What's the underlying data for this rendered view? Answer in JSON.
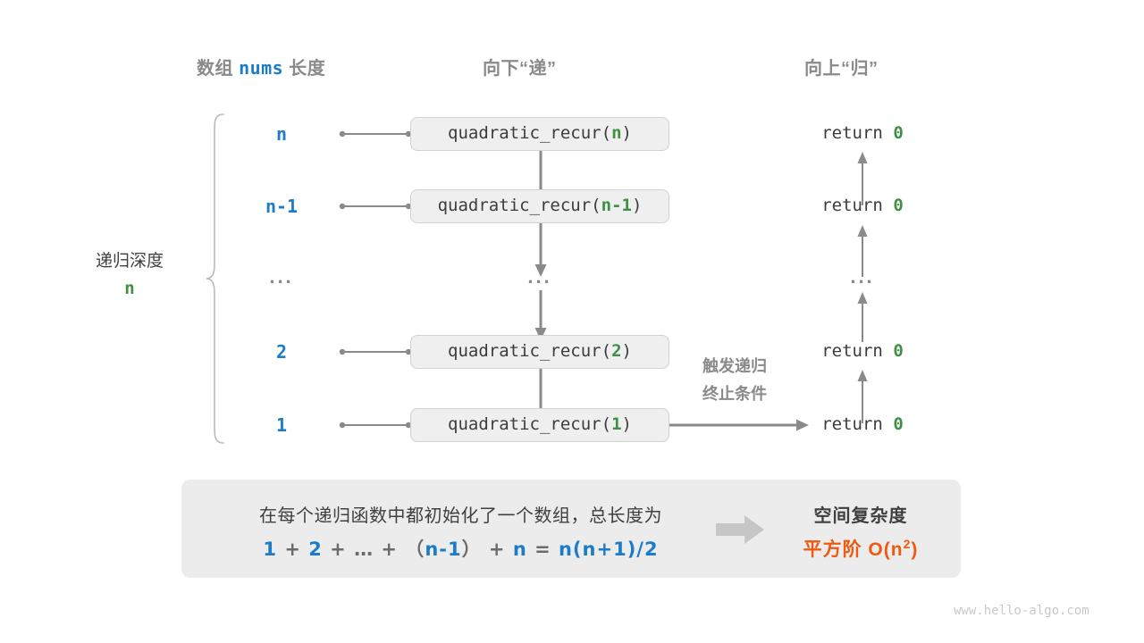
{
  "headers": {
    "left_prefix": "数组 ",
    "left_code": "nums",
    "left_suffix": " 长度",
    "middle": "向下“递”",
    "right": "向上“归”"
  },
  "depth": {
    "label": "递归深度",
    "value": "n"
  },
  "rows": [
    {
      "num": "n",
      "call_prefix": "quadratic_recur(",
      "arg": "n",
      "call_suffix": ")",
      "ret_text": "return ",
      "ret_value": "0"
    },
    {
      "num": "n-1",
      "call_prefix": "quadratic_recur(",
      "arg": "n-1",
      "call_suffix": ")",
      "ret_text": "return ",
      "ret_value": "0"
    },
    {
      "num": "...",
      "call_prefix": "...",
      "arg": "",
      "call_suffix": "",
      "ret_text": "...",
      "ret_value": ""
    },
    {
      "num": "2",
      "call_prefix": "quadratic_recur(",
      "arg": "2",
      "call_suffix": ")",
      "ret_text": "return ",
      "ret_value": "0"
    },
    {
      "num": "1",
      "call_prefix": "quadratic_recur(",
      "arg": "1",
      "call_suffix": ")",
      "ret_text": "return ",
      "ret_value": "0"
    }
  ],
  "note": {
    "line1": "触发递归",
    "line2": "终止条件"
  },
  "summary": {
    "line1": "在每个递归函数中都初始化了一个数组，总长度为",
    "formula": {
      "t1": "1",
      "o1": " + ",
      "t2": "2",
      "o2": " + … + （",
      "t3": "n-1",
      "o3": "） + ",
      "t4": "n",
      "o4": " = ",
      "t5": "n(n+1)/2"
    },
    "right_title": "空间复杂度",
    "right_value_prefix": "平方阶  O(n",
    "right_value_sup": "2",
    "right_value_suffix": ")"
  },
  "watermark": "www.hello-algo.com",
  "colors": {
    "blue": "#1d7cc8",
    "green": "#3f8f45",
    "orange": "#ef5a13",
    "gray": "#8a8a8a",
    "box_fill": "#efefef",
    "panel_fill": "#ececec"
  }
}
